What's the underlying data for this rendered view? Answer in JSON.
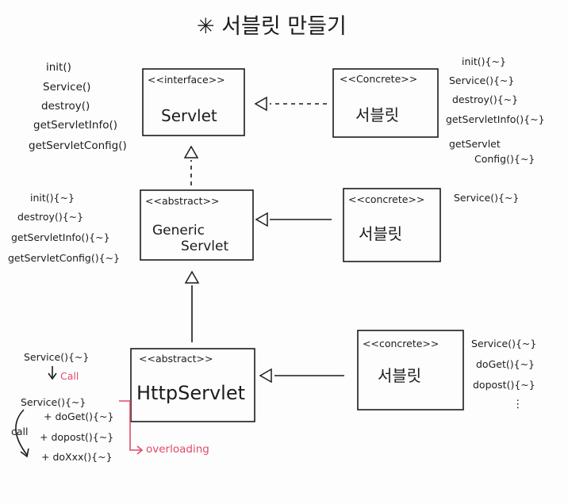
{
  "title": "✳ 서블릿 만들기",
  "boxes": {
    "servlet": {
      "stereotype": "<<interface>>",
      "name": "Servlet"
    },
    "servlet_impl": {
      "stereotype": "<<Concrete>>",
      "name": "서블릿"
    },
    "generic_servlet": {
      "stereotype": "<<abstract>>",
      "name_line1": "Generic",
      "name_line2": "Servlet"
    },
    "generic_impl": {
      "stereotype": "<<concrete>>",
      "name": "서블릿"
    },
    "http_servlet": {
      "stereotype": "<<abstract>>",
      "name": "HttpServlet"
    },
    "http_impl": {
      "stereotype": "<<concrete>>",
      "name": "서블릿"
    }
  },
  "notes": {
    "servlet_methods": [
      "init()",
      "Service()",
      "destroy()",
      "getServletInfo()",
      "getServletConfig()"
    ],
    "servlet_impl_methods": [
      "init(){~}",
      "Service(){~}",
      "destroy(){~}",
      "getServletInfo(){~}",
      "getServlet",
      "Config(){~}"
    ],
    "generic_methods": [
      "init(){~}",
      "destroy(){~}",
      "getServletInfo(){~}",
      "getServletConfig(){~}"
    ],
    "generic_impl_methods": [
      "Service(){~}"
    ],
    "http_left": {
      "service_top": "Service(){~}",
      "call_top": "Call",
      "service_bottom": "Service(){~}",
      "sub_methods": [
        "+ doGet(){~}",
        "+ dopost(){~}",
        "+ doXxx(){~}"
      ],
      "call_left": "call",
      "overloading": "overloading"
    },
    "http_impl_methods": [
      "Service(){~}",
      "doGet(){~}",
      "dopost(){~}",
      "⋮"
    ]
  },
  "colors": {
    "ink": "#1c1c1c",
    "accent": "#e24a68"
  }
}
